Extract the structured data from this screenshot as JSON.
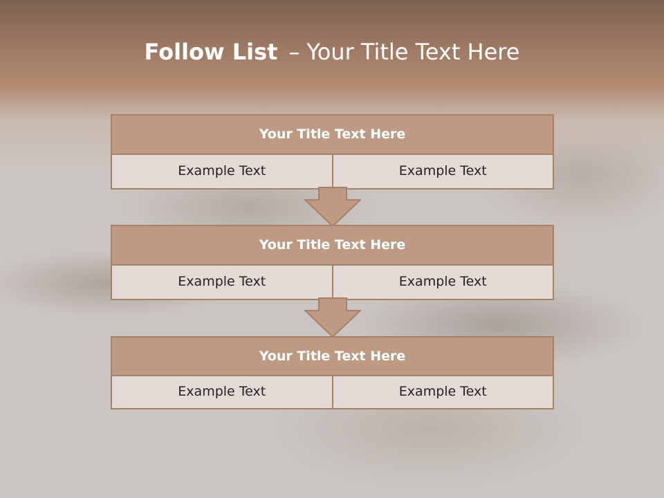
{
  "slide": {
    "title_bold": "Follow List",
    "title_separator": "–",
    "title_rest": "Your Title Text Here"
  },
  "blocks": [
    {
      "title": "Your Title Text Here",
      "left_text": "Example Text",
      "right_text": "Example Text"
    },
    {
      "title": "Your Title Text Here",
      "left_text": "Example Text",
      "right_text": "Example Text"
    },
    {
      "title": "Your Title Text Here",
      "left_text": "Example Text",
      "right_text": "Example Text"
    }
  ],
  "colors": {
    "header_fill": "#be9a82",
    "border": "#a7806a",
    "cell_fill": "#e4dad6",
    "title_text": "#ffffff"
  },
  "icons": [
    "down-arrow-icon"
  ]
}
